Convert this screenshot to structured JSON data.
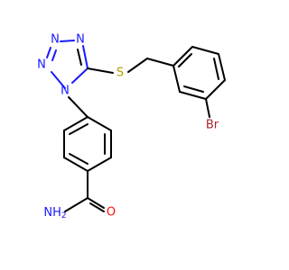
{
  "molecule": {
    "atoms": {
      "n_ring_1": "N",
      "n_ring_2": "N",
      "n_ring_3": "N",
      "n_ring_4": "N",
      "sulfur": "S",
      "bromine": "Br",
      "oxygen": "O",
      "amide_nh2": "NH2"
    },
    "colors": {
      "nitrogen": "#1a1aff",
      "sulfur": "#b3a000",
      "oxygen": "#ff0d0d",
      "bromine": "#a62929",
      "carbon": "#000000"
    }
  }
}
